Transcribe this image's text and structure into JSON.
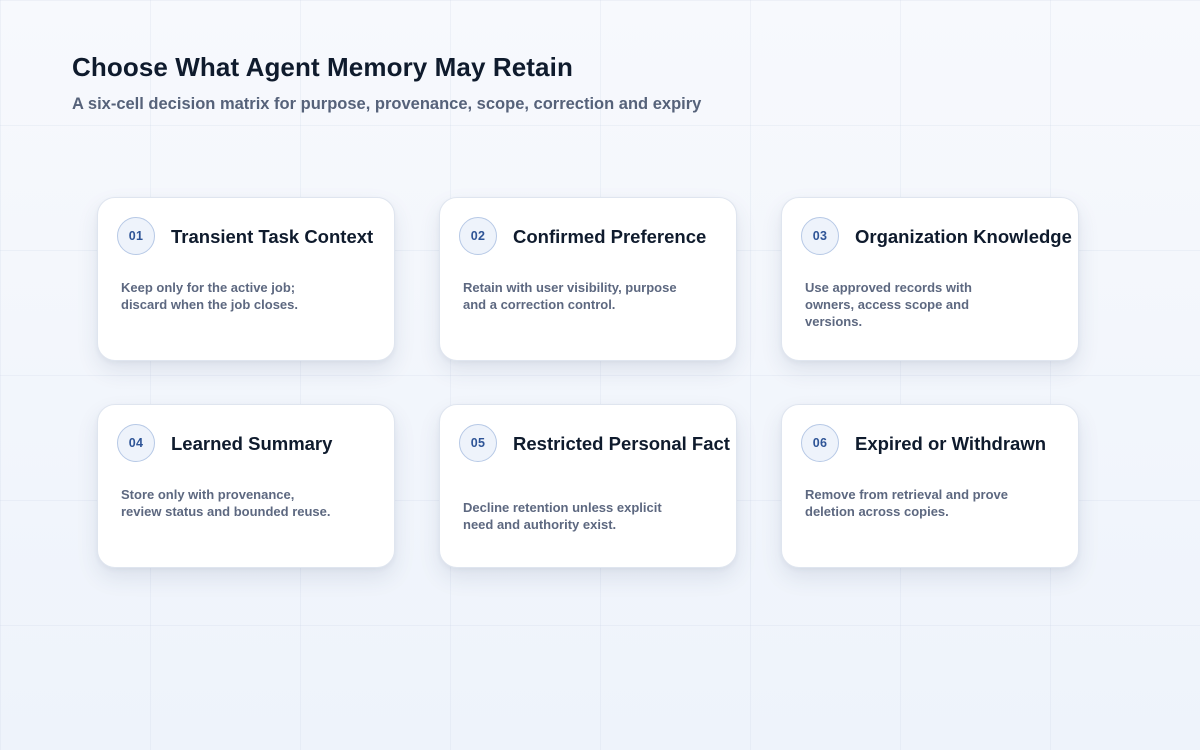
{
  "header": {
    "title": "Choose What Agent Memory May Retain",
    "subtitle": "A six-cell decision matrix for purpose, provenance, scope, correction and expiry"
  },
  "cards": [
    {
      "number": "01",
      "title": "Transient Task Context",
      "description": "Keep only for the active job; discard when the job closes."
    },
    {
      "number": "02",
      "title": "Confirmed Preference",
      "description": "Retain with user visibility, purpose and a correction control."
    },
    {
      "number": "03",
      "title": "Organization Knowledge",
      "description": "Use approved records with owners, access scope and versions."
    },
    {
      "number": "04",
      "title": "Learned Summary",
      "description": "Store only with provenance, review status and bounded reuse."
    },
    {
      "number": "05",
      "title": "Restricted Personal Fact",
      "description": "Decline retention unless explicit need and authority exist."
    },
    {
      "number": "06",
      "title": "Expired or Withdrawn",
      "description": "Remove from retrieval and prove deletion across copies."
    }
  ]
}
